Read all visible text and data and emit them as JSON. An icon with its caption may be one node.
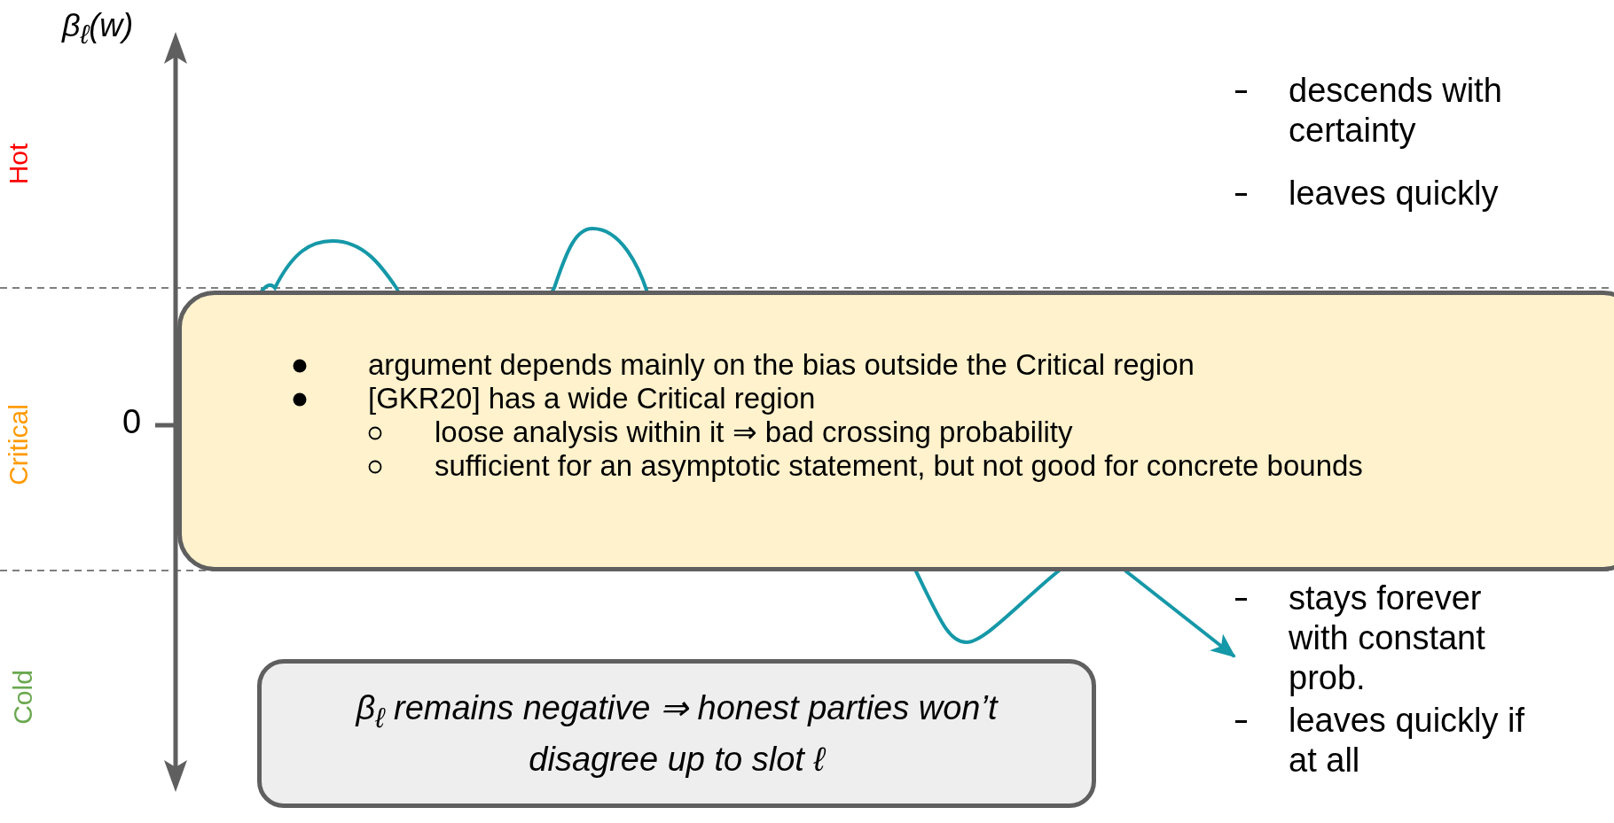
{
  "diagram": {
    "nodes": [
      {
        "text": [
          "argument depends mainly on the bias outside the Critical region",
          "[GKR20] has a wide Critical region",
          "loose analysis within it ⇒ bad crossing probability",
          "sufficient for an asymptotic statement, but not good for concrete bounds"
        ]
      },
      {
        "text": [
          "*β$_{ℓ}$ remains negative ⇒ honest parties won’t disagree up to slot ℓ*"
        ]
      }
    ],
    "edges": [],
    "labels": [
      "β$_{ℓ}$(w)",
      "Hot",
      "descends with certainty",
      "leaves quickly",
      "Critical",
      "0",
      "stays forever with constant prob.",
      "leaves quickly if at all",
      "Cold"
    ]
  }
}
